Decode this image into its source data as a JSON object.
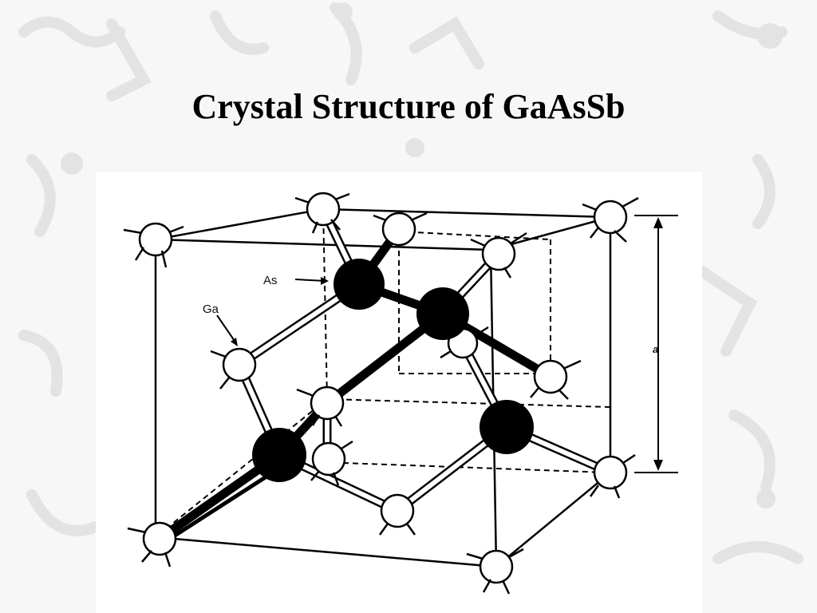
{
  "slide": {
    "title": "Crystal Structure of GaAsSb"
  },
  "diagram": {
    "labels": {
      "arsenic": "As",
      "gallium": "Ga",
      "lattice_constant": "a"
    },
    "atom_colors": {
      "ga": "#ffffff",
      "as": "#000000"
    },
    "background_pattern_color": "#e2e2e2"
  }
}
